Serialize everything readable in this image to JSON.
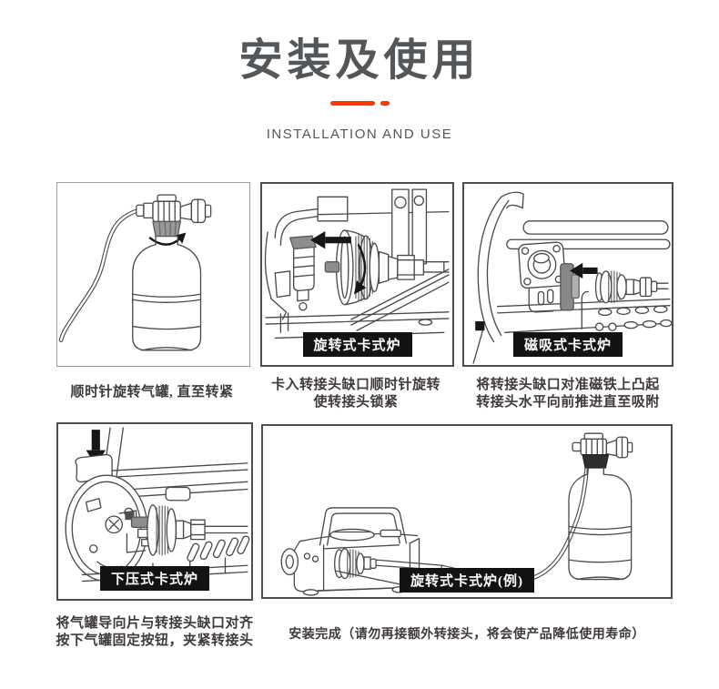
{
  "header": {
    "title": "安装及使用",
    "subtitle": "INSTALLATION AND USE"
  },
  "theme": {
    "accent_color": "#fc3a00",
    "title_color": "#54575a",
    "caption_color": "#3f3a39",
    "tag_bg": "#131313",
    "tag_text": "#ffffff",
    "line_art_color": "#4a4a4a"
  },
  "panels": [
    {
      "name": "canister-rotate",
      "tag": "",
      "caption_lines": [
        "顺时针旋转气罐, 直至转紧",
        ""
      ]
    },
    {
      "name": "rotary-stove",
      "tag": "旋转式卡式炉",
      "caption_lines": [
        "卡入转接头缺口顺时针旋转",
        "使转接头锁紧"
      ]
    },
    {
      "name": "magnetic-stove",
      "tag": "磁吸式卡式炉",
      "caption_lines": [
        "将转接头缺口对准磁铁上凸起",
        "转接头水平向前推进直至吸附"
      ]
    },
    {
      "name": "press-stove",
      "tag": "下压式卡式炉",
      "caption_lines": [
        "将气罐导向片与转接头缺口对齐",
        "按下气罐固定按钮，夹紧转接头"
      ]
    },
    {
      "name": "complete-setup",
      "tag": "旋转式卡式炉(例)",
      "caption_lines": [
        "安装完成（请勿再接额外转接头，将会使产品降低使用寿命）",
        ""
      ]
    }
  ]
}
